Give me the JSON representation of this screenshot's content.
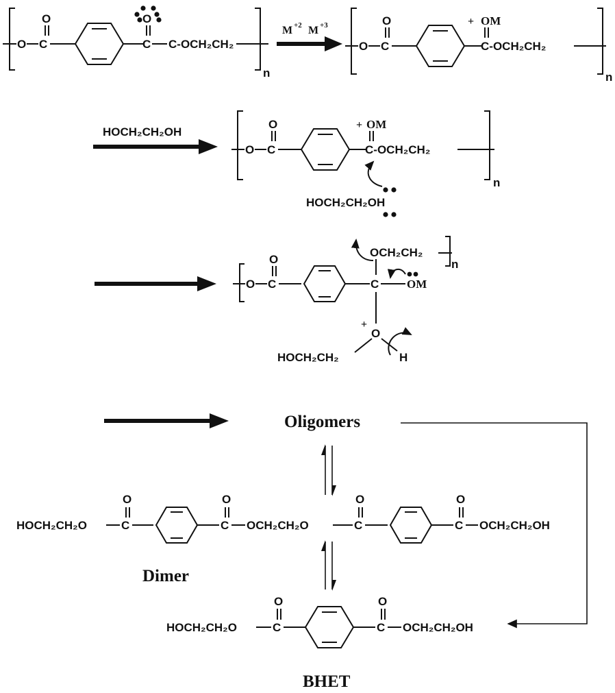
{
  "reactant": {
    "ring_left": "O-C",
    "ring_right": "C-OCH₂CH₂",
    "carbonyl_o": "O",
    "repeat_n": "n"
  },
  "catalyst": {
    "label": "M+2 M+3",
    "m2": "M",
    "m2_sup": "+2",
    "m3": "M",
    "m3_sup": "+3"
  },
  "activated": {
    "right_tail": "C-OCH₂CH₂",
    "plus": "+",
    "om": "OM",
    "repeat_n": "n"
  },
  "glycol_reagent": {
    "label": "HOCH₂CH₂OH"
  },
  "attack": {
    "nucleophile": "HOCH₂CH₂OH",
    "repeat_n": "n"
  },
  "intermediate": {
    "top_chain": "OCH₂CH₂",
    "alkoxide": "OM",
    "plus": "+",
    "oxonium_o": "O",
    "left_chain": "HOCH₂CH₂",
    "proton": "H",
    "repeat_n": "n"
  },
  "oligomers": {
    "label": "Oligomers"
  },
  "dimer": {
    "left": "HOCH₂CH₂O",
    "middle": "OCH₂CH₂O",
    "right": "OCH₂CH₂OH",
    "label": "Dimer"
  },
  "bhet": {
    "left": "HOCH₂CH₂O",
    "right": "OCH₂CH₂OH",
    "label": "BHET"
  },
  "atoms": {
    "c": "C",
    "o": "O"
  }
}
